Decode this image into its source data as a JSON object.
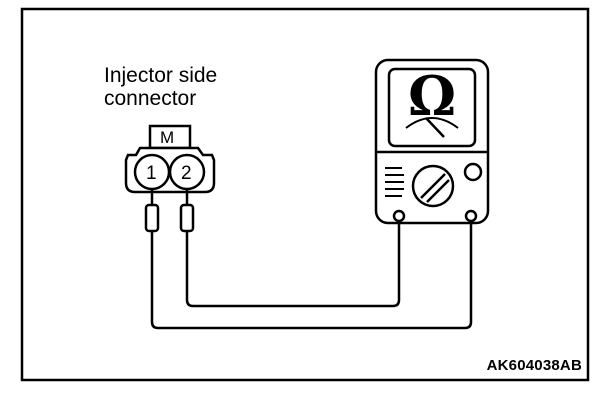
{
  "connector": {
    "caption_line1": "Injector side",
    "caption_line2": "connector",
    "latch_mark": "M",
    "pin1": "1",
    "pin2": "2"
  },
  "meter": {
    "symbol": "Ω",
    "icon": "ohmmeter-icon"
  },
  "figure_code": "AK604038AB",
  "colors": {
    "ink": "#000000",
    "background": "#ffffff"
  }
}
